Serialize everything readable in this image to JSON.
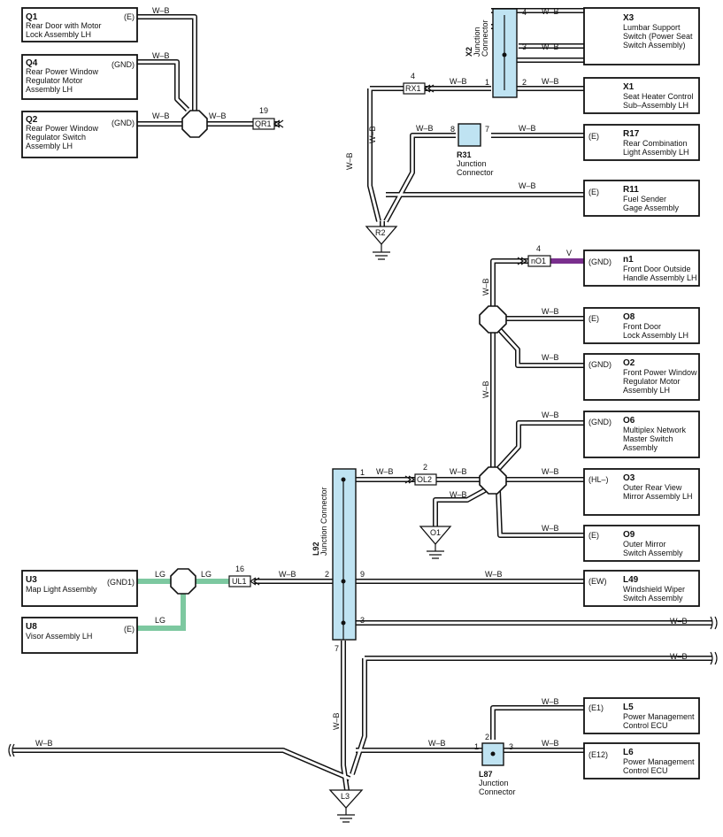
{
  "colors": {
    "junction_fill": "#bfe3f2",
    "lg_wire": "#7dc8a0",
    "violet_wire": "#7a2f8e",
    "line": "#111111"
  },
  "components": [
    {
      "code": "Q1",
      "lines": [
        "Rear Door with Motor",
        "Lock Assembly LH"
      ],
      "pin": "(E)"
    },
    {
      "code": "Q4",
      "lines": [
        "Rear Power Window",
        "Regulator Motor",
        "Assembly LH"
      ],
      "pin": "(GND)"
    },
    {
      "code": "Q2",
      "lines": [
        "Rear Power Window",
        "Regulator Switch",
        "Assembly LH"
      ],
      "pin": "(GND)"
    },
    {
      "code": "X3",
      "lines": [
        "Lumbar Support",
        "Switch (Power Seat",
        "Switch Assembly)"
      ],
      "pin": ""
    },
    {
      "code": "X1",
      "lines": [
        "Seat Heater Control",
        "Sub–Assembly LH"
      ],
      "pin": ""
    },
    {
      "code": "R17",
      "lines": [
        "Rear Combination",
        "Light Assembly LH"
      ],
      "pin": "(E)"
    },
    {
      "code": "R11",
      "lines": [
        "Fuel Sender",
        "Gage Assembly"
      ],
      "pin": "(E)"
    },
    {
      "code": "n1",
      "lines": [
        "Front Door Outside",
        "Handle Assembly LH"
      ],
      "pin": "(GND)"
    },
    {
      "code": "O8",
      "lines": [
        "Front Door",
        "Lock Assembly LH"
      ],
      "pin": "(E)"
    },
    {
      "code": "O2",
      "lines": [
        "Front Power Window",
        "Regulator Motor",
        "Assembly LH"
      ],
      "pin": "(GND)"
    },
    {
      "code": "O6",
      "lines": [
        "Multiplex Network",
        "Master Switch",
        "Assembly"
      ],
      "pin": "(GND)"
    },
    {
      "code": "O3",
      "lines": [
        "Outer Rear View",
        "Mirror Assembly LH"
      ],
      "pin": "(HL–)"
    },
    {
      "code": "O9",
      "lines": [
        "Outer Mirror",
        "Switch Assembly"
      ],
      "pin": "(E)"
    },
    {
      "code": "L49",
      "lines": [
        "Windshield Wiper",
        "Switch Assembly"
      ],
      "pin": "(EW)"
    },
    {
      "code": "L5",
      "lines": [
        "Power Management",
        "Control ECU"
      ],
      "pin": "(E1)"
    },
    {
      "code": "L6",
      "lines": [
        "Power Management",
        "Control ECU"
      ],
      "pin": "(E12)"
    },
    {
      "code": "U3",
      "lines": [
        "Map Light Assembly"
      ],
      "pin": "(GND1)"
    },
    {
      "code": "U8",
      "lines": [
        "Visor Assembly LH"
      ],
      "pin": "(E)"
    }
  ],
  "junctions": [
    {
      "code": "X2",
      "lines": [
        "Junction",
        "Connector"
      ]
    },
    {
      "code": "R31",
      "lines": [
        "Junction",
        "Connector"
      ]
    },
    {
      "code": "L92",
      "lines": [
        "Junction Connector"
      ]
    },
    {
      "code": "L87",
      "lines": [
        "Junction",
        "Connector"
      ]
    }
  ],
  "inline_connectors": [
    {
      "code": "QR1",
      "pin": "19"
    },
    {
      "code": "RX1",
      "pin": "4"
    },
    {
      "code": "nO1",
      "pin": "4"
    },
    {
      "code": "OL2",
      "pin": "2"
    },
    {
      "code": "UL1",
      "pin": "16"
    }
  ],
  "grounds": [
    "R2",
    "O1",
    "L3"
  ],
  "wire_colors": {
    "wb": "W–B",
    "lg": "LG",
    "v": "V"
  },
  "pins": {
    "x2_4": "4",
    "x2_3": "3",
    "x2_1": "1",
    "x2_2": "2",
    "r31_8": "8",
    "r31_7": "7",
    "l92_1": "1",
    "l92_2": "2",
    "l92_9": "9",
    "l92_3": "3",
    "l92_7": "7",
    "l87_1": "1",
    "l87_2": "2",
    "l87_3": "3"
  }
}
